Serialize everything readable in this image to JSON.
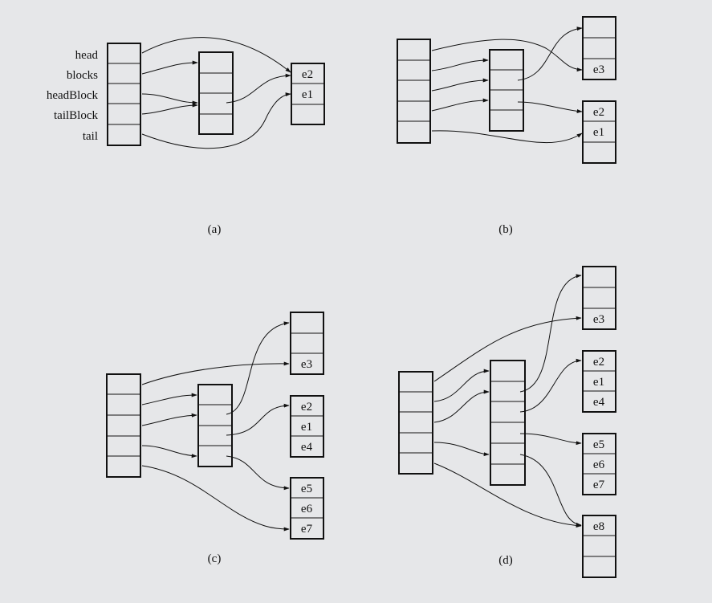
{
  "panels": [
    {
      "label": "(a)",
      "field_names": [
        "head",
        "blocks",
        "headBlock",
        "tailBlock",
        "tail"
      ],
      "blocks": [
        {
          "cells": [
            "e2",
            "e1",
            ""
          ]
        }
      ]
    },
    {
      "label": "(b)",
      "field_names": [],
      "blocks": [
        {
          "cells": [
            "",
            "",
            "e3"
          ]
        },
        {
          "cells": [
            "e2",
            "e1",
            ""
          ]
        }
      ]
    },
    {
      "label": "(c)",
      "field_names": [],
      "blocks": [
        {
          "cells": [
            "",
            "",
            "e3"
          ]
        },
        {
          "cells": [
            "e2",
            "e1",
            "e4"
          ]
        },
        {
          "cells": [
            "e5",
            "e6",
            "e7"
          ]
        }
      ]
    },
    {
      "label": "(d)",
      "field_names": [],
      "blocks": [
        {
          "cells": [
            "",
            "",
            "e3"
          ]
        },
        {
          "cells": [
            "e2",
            "e1",
            "e4"
          ]
        },
        {
          "cells": [
            "e5",
            "e6",
            "e7"
          ]
        },
        {
          "cells": [
            "e8",
            "",
            ""
          ]
        }
      ]
    }
  ]
}
